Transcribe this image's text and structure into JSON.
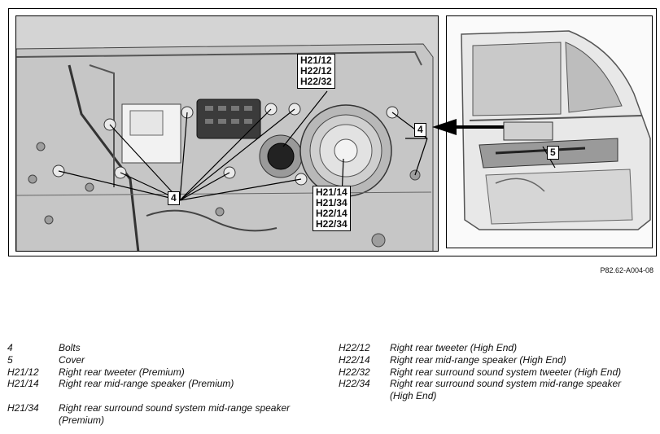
{
  "callouts": {
    "tweeter_group": [
      "H21/12",
      "H22/12",
      "H22/32"
    ],
    "midrange_group": [
      "H21/14",
      "H21/34",
      "H22/14",
      "H22/34"
    ],
    "bolts_left": "4",
    "bolts_right": "4",
    "cover": "5"
  },
  "figure_ref": "P82.62-A004-08",
  "legend_left": [
    {
      "code": "4",
      "desc": "Bolts"
    },
    {
      "code": "5",
      "desc": "Cover"
    },
    {
      "code": "H21/12",
      "desc": "Right rear tweeter (Premium)"
    },
    {
      "code": "H21/14",
      "desc": "Right rear mid-range speaker (Premium)"
    },
    {
      "code": "H21/34",
      "desc": "Right rear surround sound system mid-range speaker (Premium)"
    }
  ],
  "legend_right": [
    {
      "code": "H22/12",
      "desc": "Right rear tweeter (High End)"
    },
    {
      "code": "H22/14",
      "desc": "Right rear mid-range speaker (High End)"
    },
    {
      "code": "H22/32",
      "desc": "Right rear surround sound system tweeter (High End)"
    },
    {
      "code": "H22/34",
      "desc": "Right rear surround sound system mid-range speaker (High End)"
    }
  ]
}
